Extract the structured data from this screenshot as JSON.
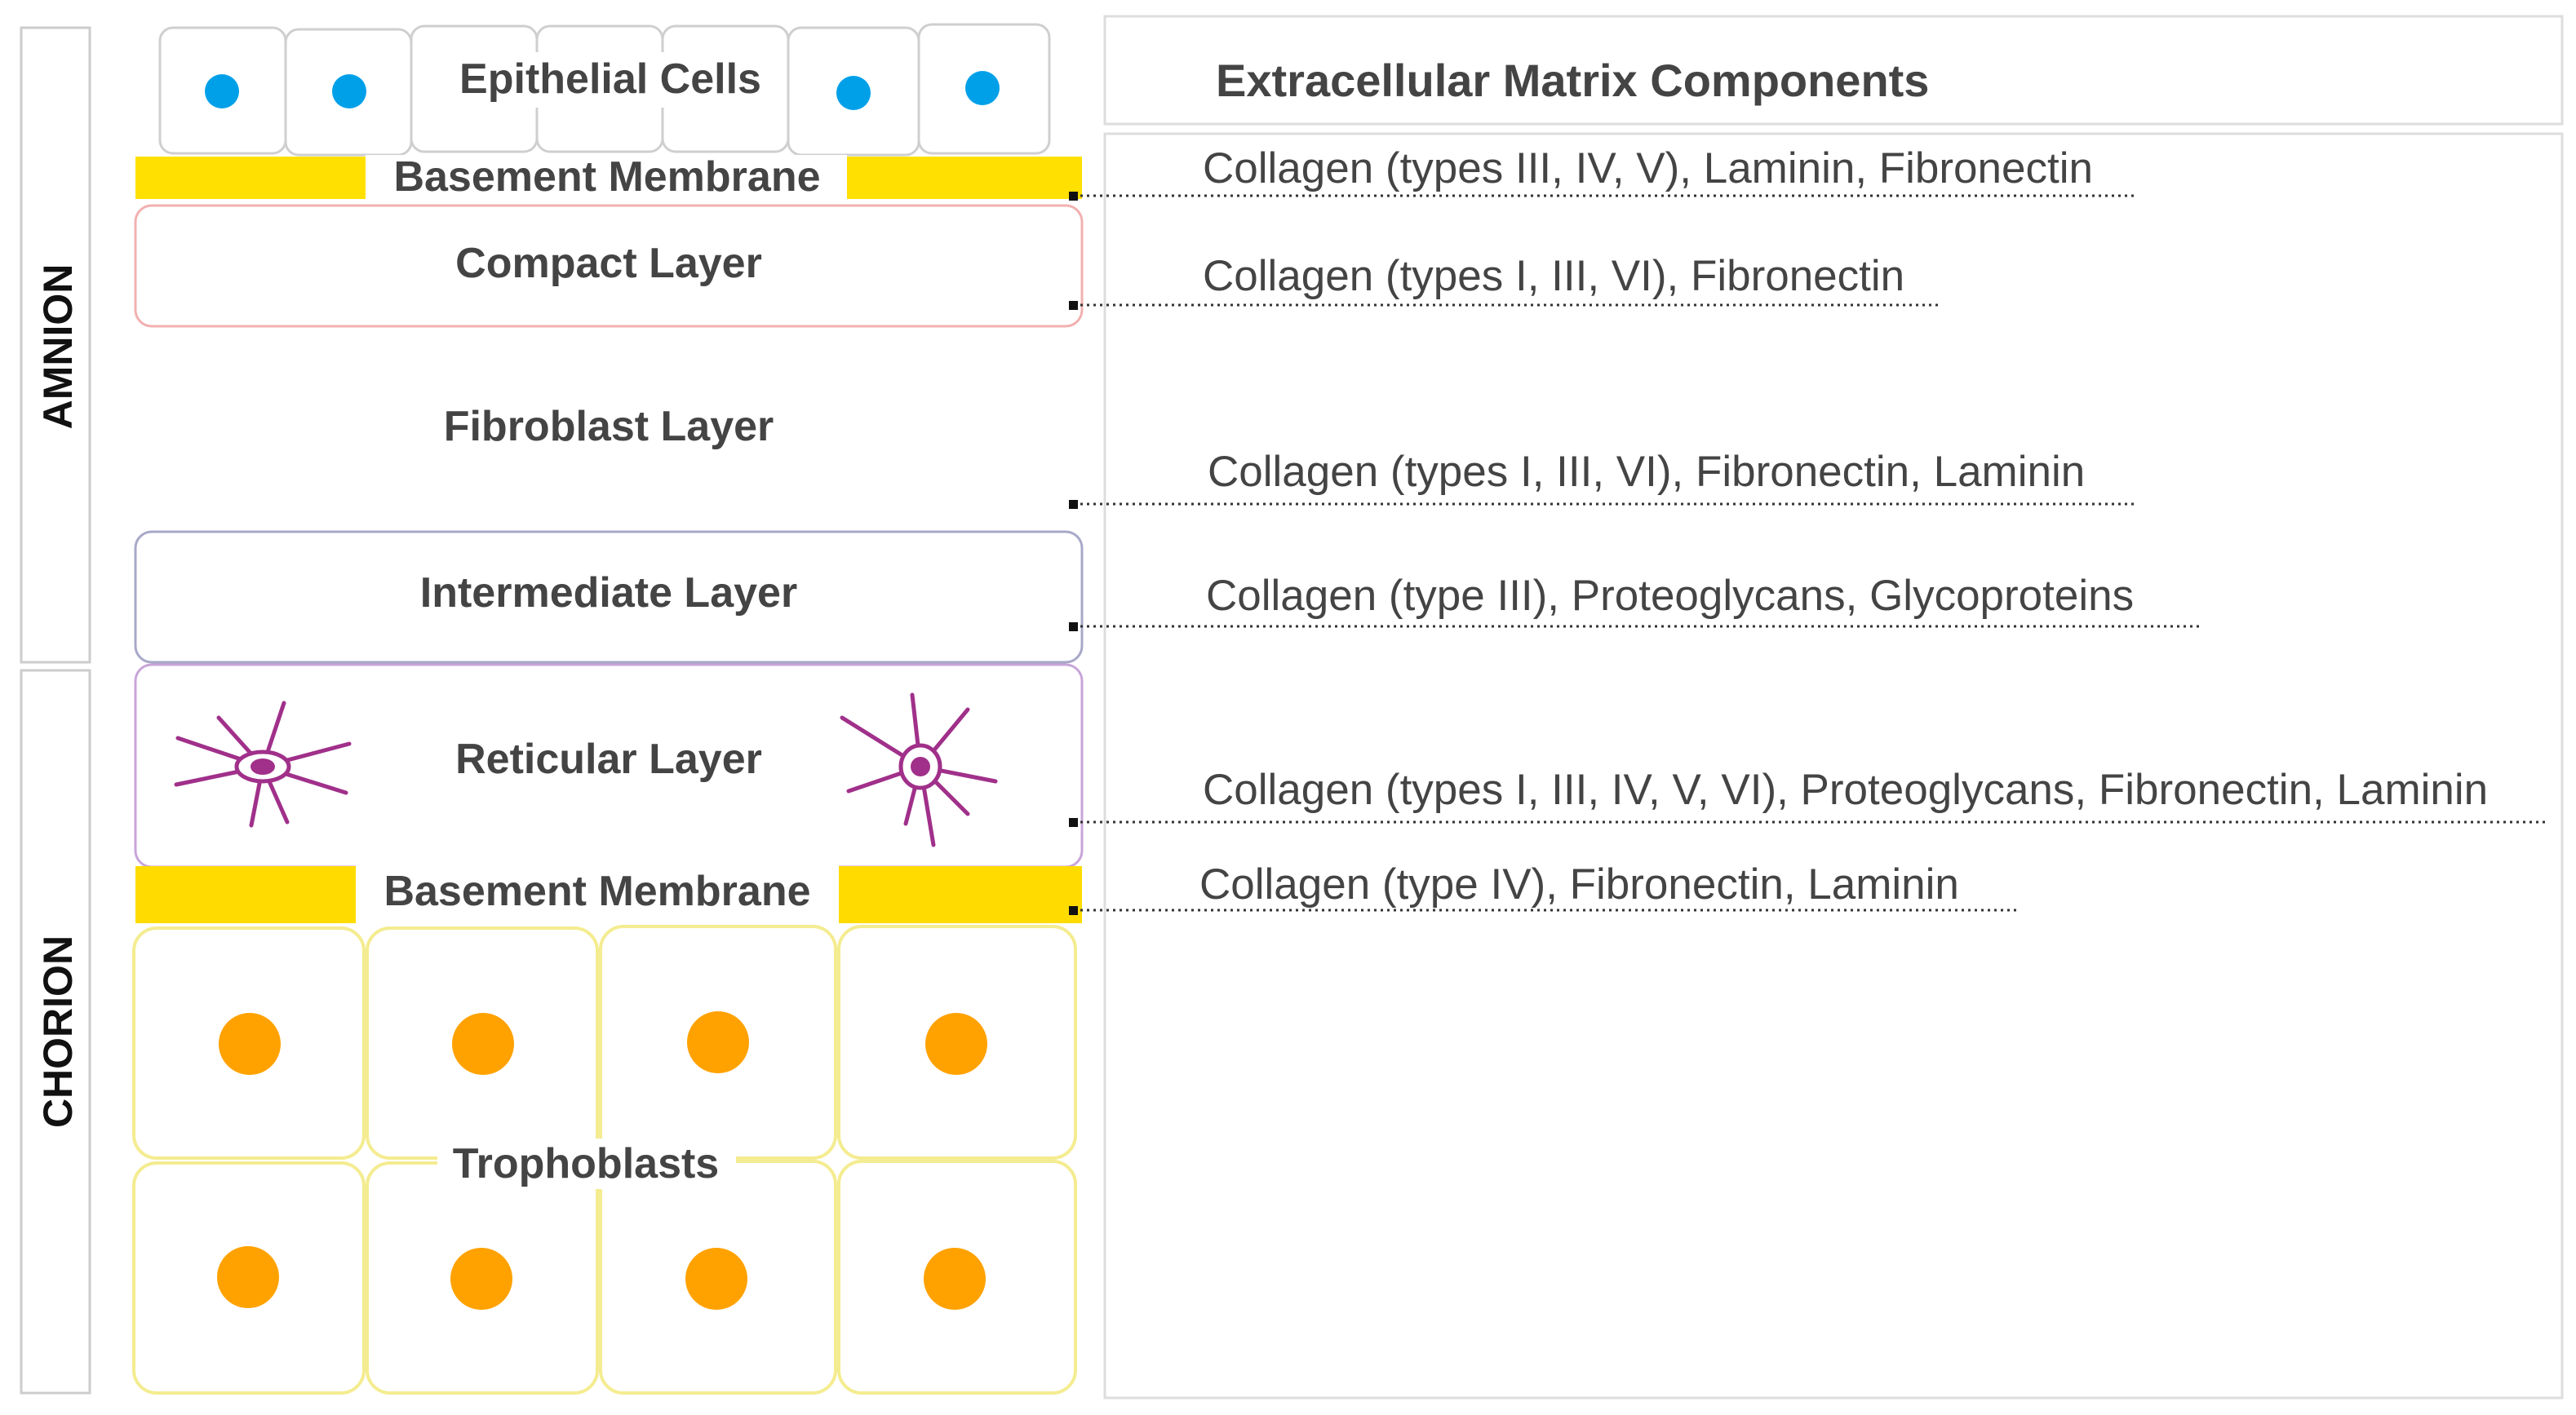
{
  "side_labels": {
    "amnion": "AMNION",
    "chorion": "CHORION"
  },
  "layers": {
    "epithelial_cells": "Epithelial Cells",
    "basement_membrane_top": "Basement Membrane",
    "compact": "Compact Layer",
    "fibroblast": "Fibroblast Layer",
    "intermediate": "Intermediate Layer",
    "reticular": "Reticular Layer",
    "basement_membrane_bottom": "Basement Membrane",
    "trophoblasts": "Trophoblasts"
  },
  "ecm": {
    "header": "Extracellular Matrix Components",
    "rows": [
      "Collagen (types III, IV, V), Laminin, Fibronectin",
      "Collagen (types I, III, VI), Fibronectin",
      "Collagen (types I, III, VI), Fibronectin, Laminin",
      "Collagen (type III), Proteoglycans, Glycoproteins",
      "Collagen (types I, III, IV, V, VI), Proteoglycans, Fibronectin, Laminin",
      "Collagen (type IV),  Fibronectin, Laminin"
    ]
  },
  "colors": {
    "epithelial_nucleus": "#00a0e9",
    "trophoblast_nucleus": "#ffa200",
    "basement_membrane": "#ffe000",
    "stellate_cell": "#a0308a",
    "text": "#444444"
  }
}
